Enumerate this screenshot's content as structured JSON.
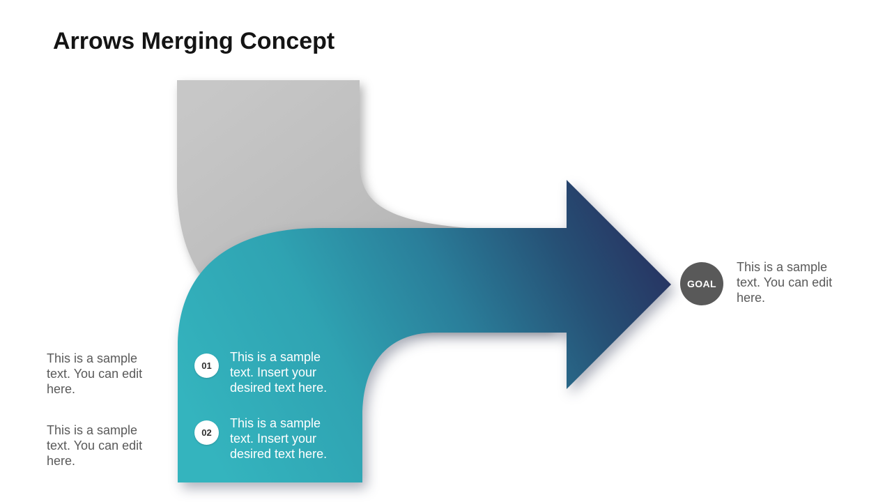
{
  "slide": {
    "title": "Arrows Merging Concept"
  },
  "left_notes": [
    {
      "text": "This is a sample text. You can edit here."
    },
    {
      "text": "This is a sample text. You can edit here."
    }
  ],
  "steps": [
    {
      "number": "01",
      "text": "This is a sample text. Insert your desired text here."
    },
    {
      "number": "02",
      "text": "This is a sample text. Insert your desired text here."
    }
  ],
  "goal": {
    "label": "GOAL",
    "text": "This is a sample text. You can edit here."
  },
  "colors": {
    "teal_start": "#34B4BE",
    "teal_mid": "#2A7E9A",
    "navy_end": "#282B5C",
    "gray_arrow": "#BFBFBF",
    "goal_circle": "#595959",
    "body_text": "#595959",
    "title_text": "#141414",
    "step_text": "#FFFFFF"
  }
}
